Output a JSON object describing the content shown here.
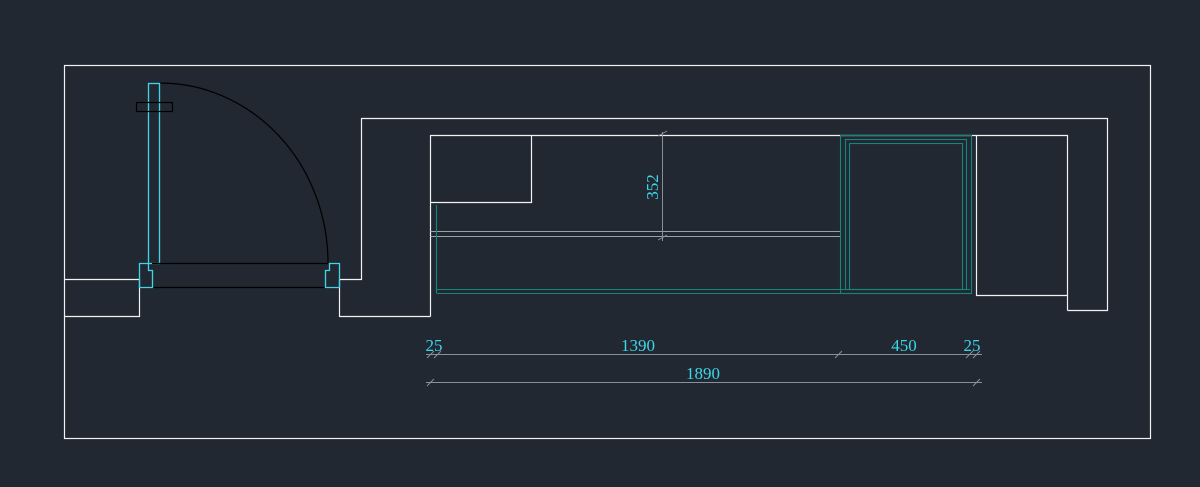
{
  "drawing": {
    "colors": {
      "background": "#212832",
      "wall": "#f2f2f2",
      "cyan": "#3ed6e8",
      "teal": "#17857a",
      "dimension": "#8a9099",
      "door": "#000000"
    }
  },
  "dimensions": {
    "height_352": "352",
    "seg_25_left": "25",
    "seg_1390": "1390",
    "seg_450": "450",
    "seg_25_right": "25",
    "total_1890": "1890"
  }
}
